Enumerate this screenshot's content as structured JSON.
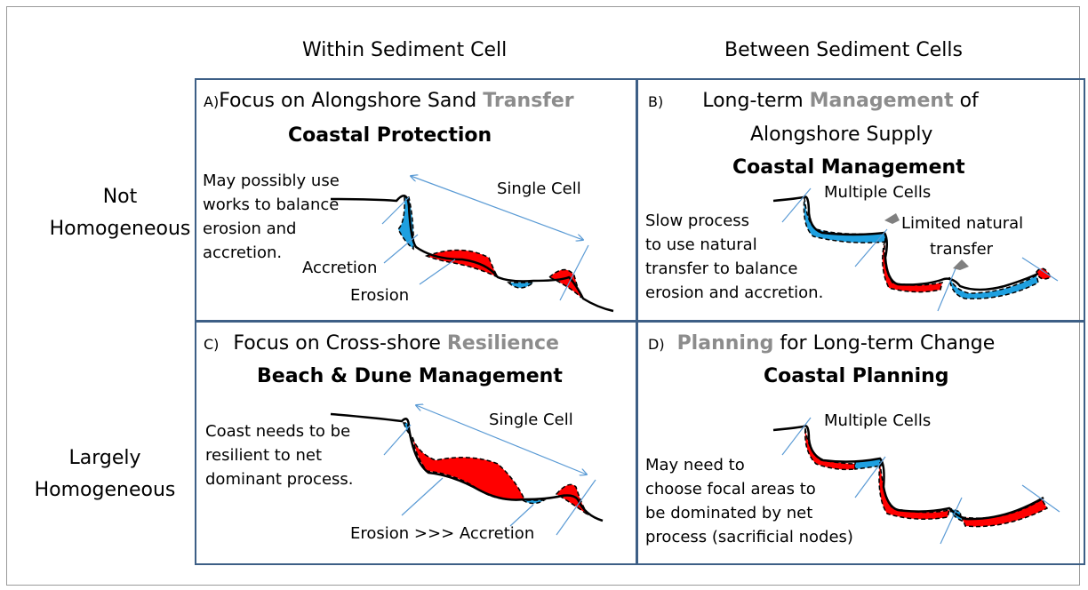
{
  "columns": {
    "within": "Within Sediment Cell",
    "between": "Between Sediment Cells"
  },
  "rows": {
    "not_homogeneous": [
      "Not",
      "Homogeneous"
    ],
    "largely_homogeneous": [
      "Largely",
      "Homogeneous"
    ]
  },
  "panels": {
    "a": {
      "letter": "A)",
      "heading_pre": "Focus on Alongshore Sand ",
      "heading_key": "Transfer",
      "subtitle": "Coastal Protection",
      "note": "May possibly use\nworks to balance\nerosion and\naccretion.",
      "cell_label": "Single Cell",
      "accretion_label": "Accretion",
      "erosion_label": "Erosion"
    },
    "b": {
      "letter": "B)",
      "heading_pre": "Long-term ",
      "heading_key": "Management",
      "heading_post": " of",
      "heading_line2": "Alongshore Supply",
      "subtitle": "Coastal Management",
      "cells_label": "Multiple Cells",
      "transfer_label_1": "Limited natural",
      "transfer_label_2": "transfer",
      "note": "Slow process\nto use natural\ntransfer to balance\nerosion and accretion."
    },
    "c": {
      "letter": "C)",
      "heading_pre": "Focus on Cross-shore ",
      "heading_key": "Resilience",
      "subtitle": "Beach & Dune Management",
      "note": "Coast needs to be\nresilient to net\ndominant process.",
      "cell_label": "Single Cell",
      "process_label": "Erosion >>> Accretion"
    },
    "d": {
      "letter": "D)",
      "heading_key": "Planning",
      "heading_post": " for Long-term Change",
      "subtitle": "Coastal Planning",
      "cells_label": "Multiple Cells",
      "note": "May need to\nchoose focal areas to\nbe dominated by net\nprocess (sacrificial nodes)"
    }
  },
  "colors": {
    "frame": "#3d5f86",
    "accretion": "#1ea0e0",
    "erosion": "#ff0000",
    "leader": "#5b9bd5",
    "arrow": "#808080",
    "key_word": "#8c8c8c"
  }
}
